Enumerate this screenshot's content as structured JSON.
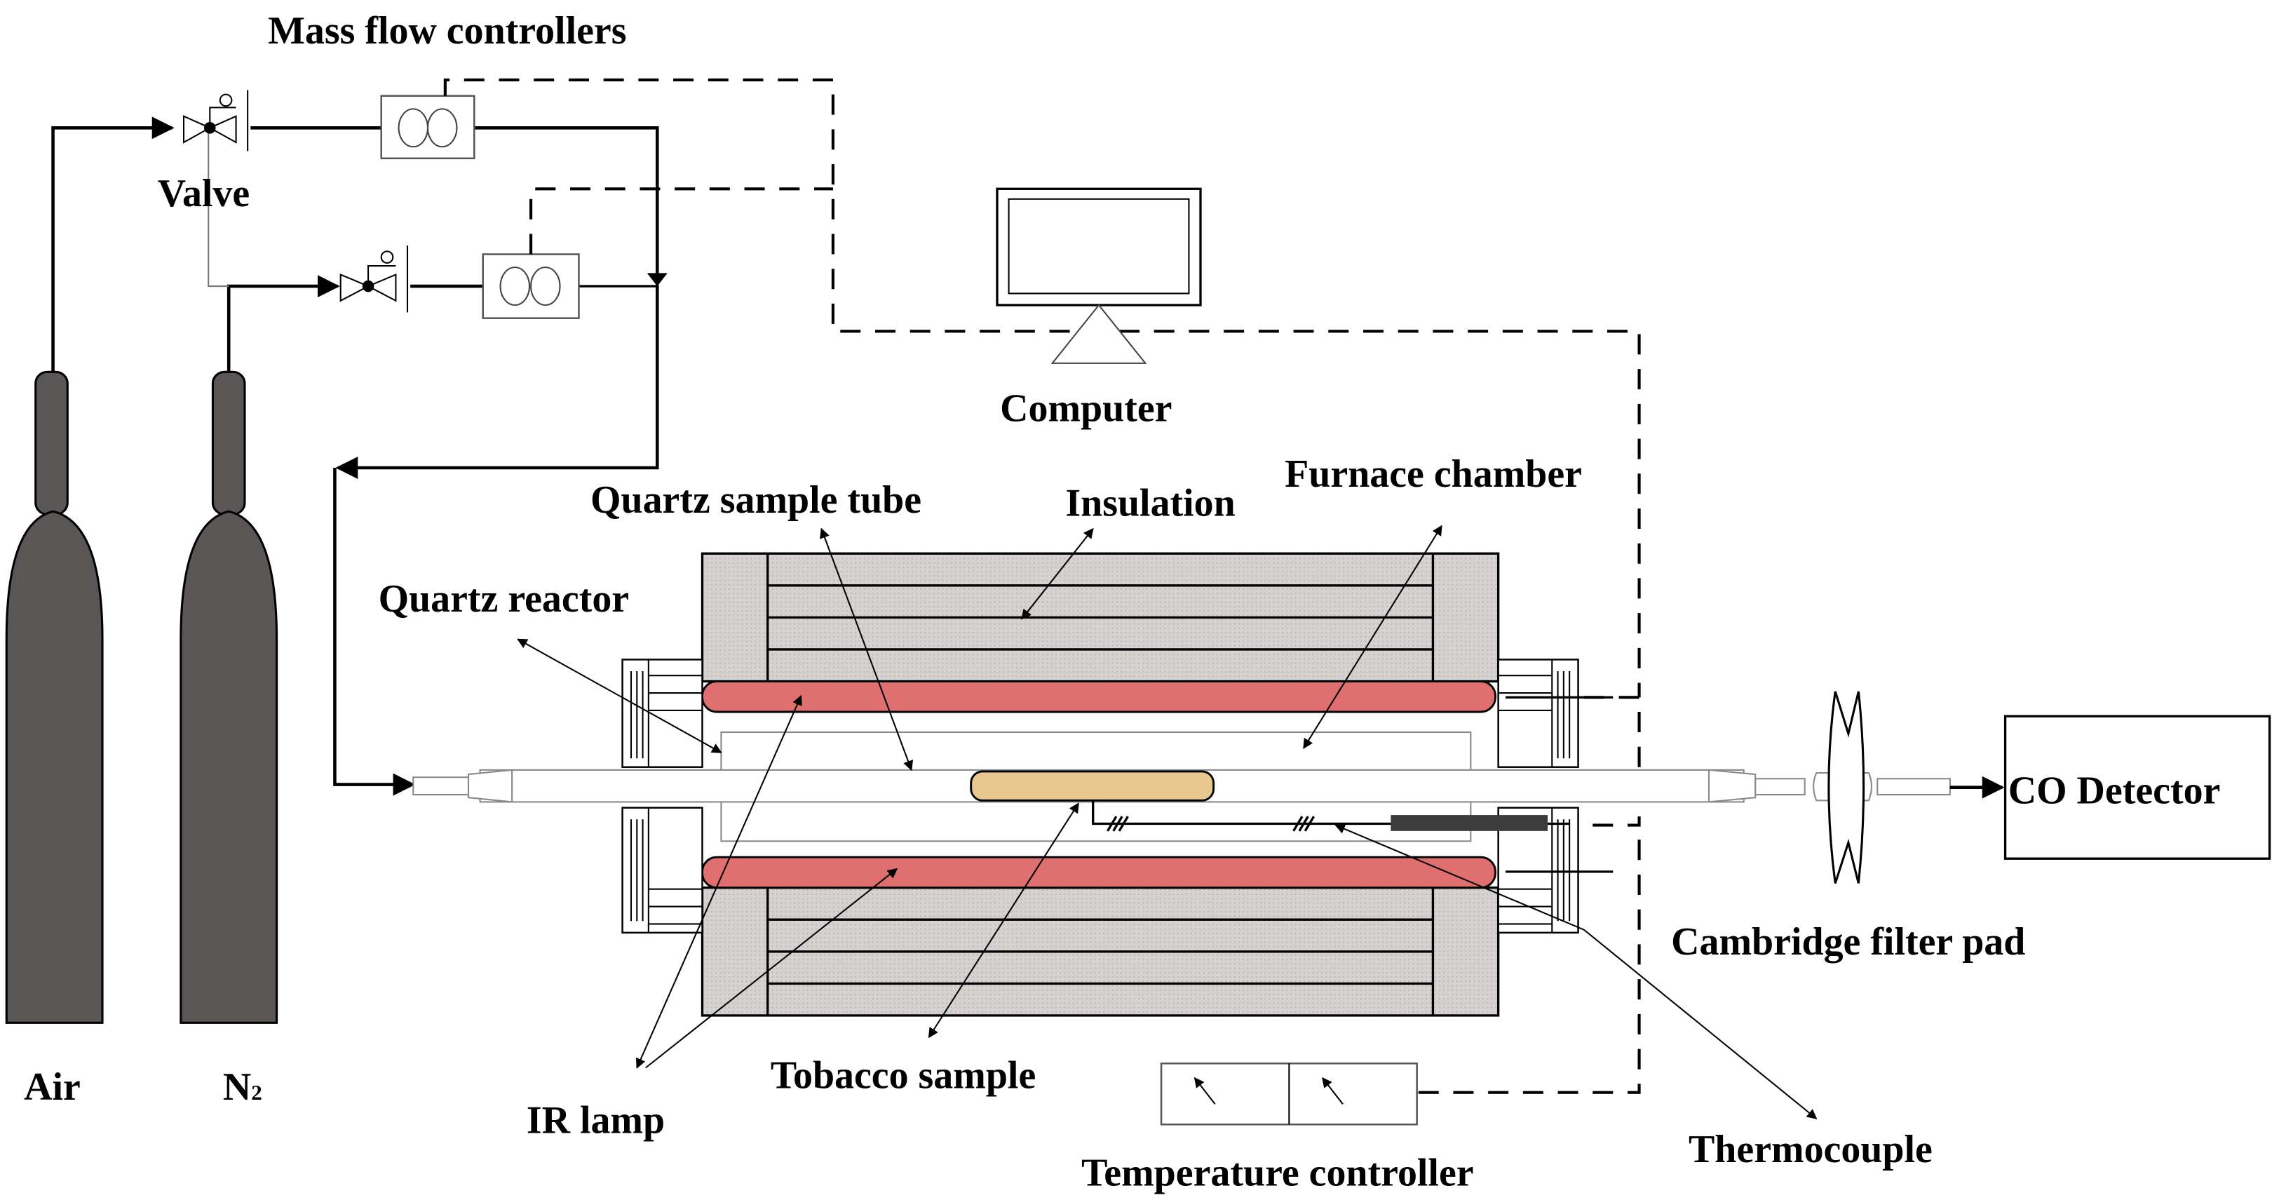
{
  "figure": {
    "title": "Experimental setup: IR-lamp furnace with quartz reactor for tobacco sample CO measurement",
    "colors": {
      "cylinder": "#5a5656",
      "insulation": "#d4d0cf",
      "ir_lamp": "#e07070",
      "tobacco_sample": "#e8c88e",
      "thermocouple_sheath": "#3c3c3c",
      "line": "#000000"
    }
  },
  "labels": {
    "mass_flow_controllers": "Mass flow controllers",
    "valve": "Valve",
    "computer": "Computer",
    "quartz_sample_tube": "Quartz sample tube",
    "insulation": "Insulation",
    "furnace_chamber": "Furnace chamber",
    "quartz_reactor": "Quartz reactor",
    "co_detector": "CO Detector",
    "cambridge_filter_pad": "Cambridge filter pad",
    "air": "Air",
    "n2_main": "N",
    "n2_sub": "2",
    "ir_lamp": "IR lamp",
    "tobacco_sample": "Tobacco sample",
    "temperature_controller": "Temperature controller",
    "thermocouple": "Thermocouple"
  },
  "components": [
    {
      "id": "air-cylinder",
      "icon": "gas-cylinder-icon"
    },
    {
      "id": "n2-cylinder",
      "icon": "gas-cylinder-icon"
    },
    {
      "id": "valve-air",
      "icon": "valve-icon"
    },
    {
      "id": "valve-n2",
      "icon": "valve-icon"
    },
    {
      "id": "mfc-air",
      "icon": "mass-flow-controller-icon"
    },
    {
      "id": "mfc-n2",
      "icon": "mass-flow-controller-icon"
    },
    {
      "id": "computer",
      "icon": "computer-monitor-icon"
    },
    {
      "id": "furnace",
      "icon": "furnace-icon"
    },
    {
      "id": "filter",
      "icon": "filter-pad-icon"
    },
    {
      "id": "co-detector",
      "icon": "detector-box-icon"
    },
    {
      "id": "temperature-controller",
      "icon": "gauge-icon"
    }
  ]
}
